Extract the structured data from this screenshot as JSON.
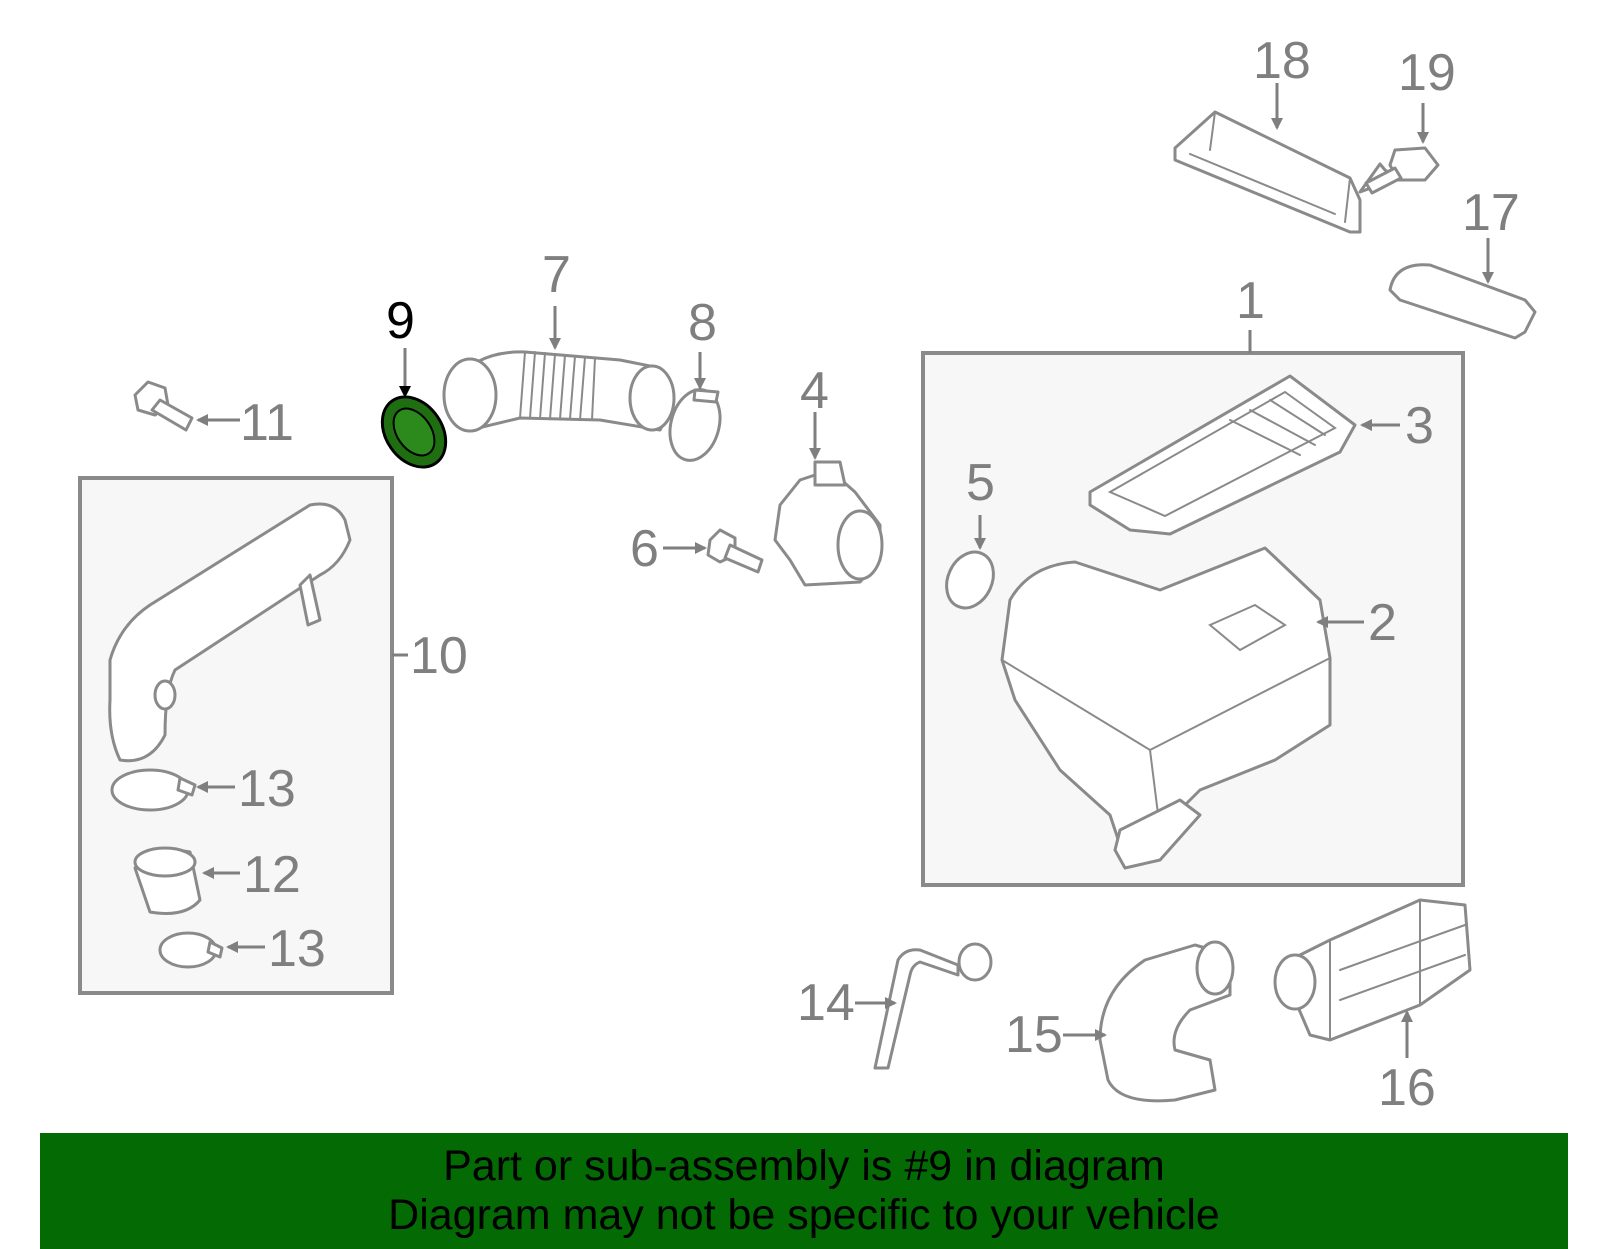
{
  "callouts": {
    "c1": "1",
    "c2": "2",
    "c3": "3",
    "c4": "4",
    "c5": "5",
    "c6": "6",
    "c7": "7",
    "c8": "8",
    "c9": "9",
    "c10": "10",
    "c11": "11",
    "c12": "12",
    "c13a": "13",
    "c13b": "13",
    "c14": "14",
    "c15": "15",
    "c16": "16",
    "c17": "17",
    "c18": "18",
    "c19": "19"
  },
  "highlighted_part": "9",
  "colors": {
    "highlight": "#1f6f12",
    "banner": "#046a04",
    "linework": "#8a8a8a"
  },
  "banner": {
    "line1": "Part or sub-assembly is #9 in diagram",
    "line2": "Diagram may not be specific to your vehicle"
  }
}
